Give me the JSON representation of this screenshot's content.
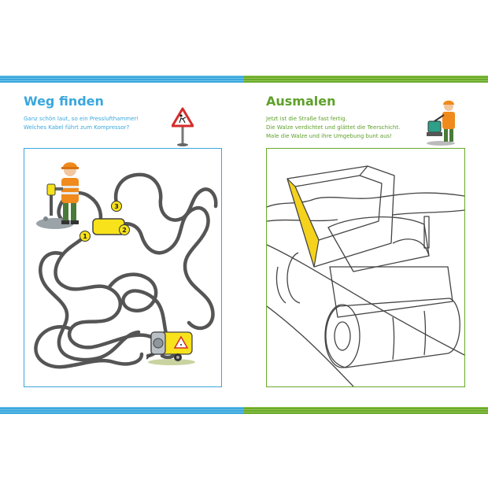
{
  "left_page": {
    "title": "Weg finden",
    "instructions": [
      "Ganz schön laut, so ein Presslufthammer!",
      "Welches Kabel führt zum Kompressor?"
    ],
    "maze_labels": [
      "1",
      "2",
      "3"
    ]
  },
  "right_page": {
    "title": "Ausmalen",
    "instructions": [
      "Jetzt ist die Straße fast fertig.",
      "Die Walze verdichtet und glättet die Teerschicht.",
      "Male die Walze und ihre Umgebung bunt aus!"
    ]
  },
  "colors": {
    "blue": "#3aa7dd",
    "green": "#6aaa2a",
    "cable": "#555555",
    "label_yellow": "#f7e21b"
  },
  "icons": [
    "construction-warning-sign-icon",
    "jackhammer-worker-icon",
    "air-compressor-icon",
    "road-roller-icon"
  ]
}
